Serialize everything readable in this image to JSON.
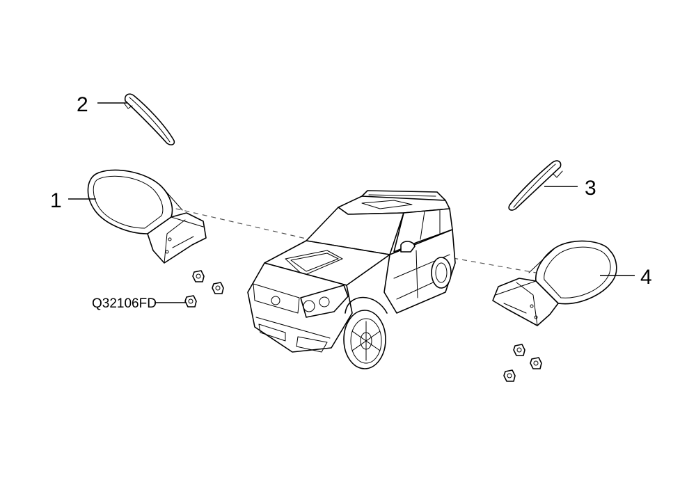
{
  "callouts": {
    "part1": "1",
    "part2": "2",
    "part3": "3",
    "part4": "4",
    "fastener": "Q32106FD"
  },
  "colors": {
    "line": "#000000",
    "dash": "#555555",
    "background": "#ffffff"
  }
}
